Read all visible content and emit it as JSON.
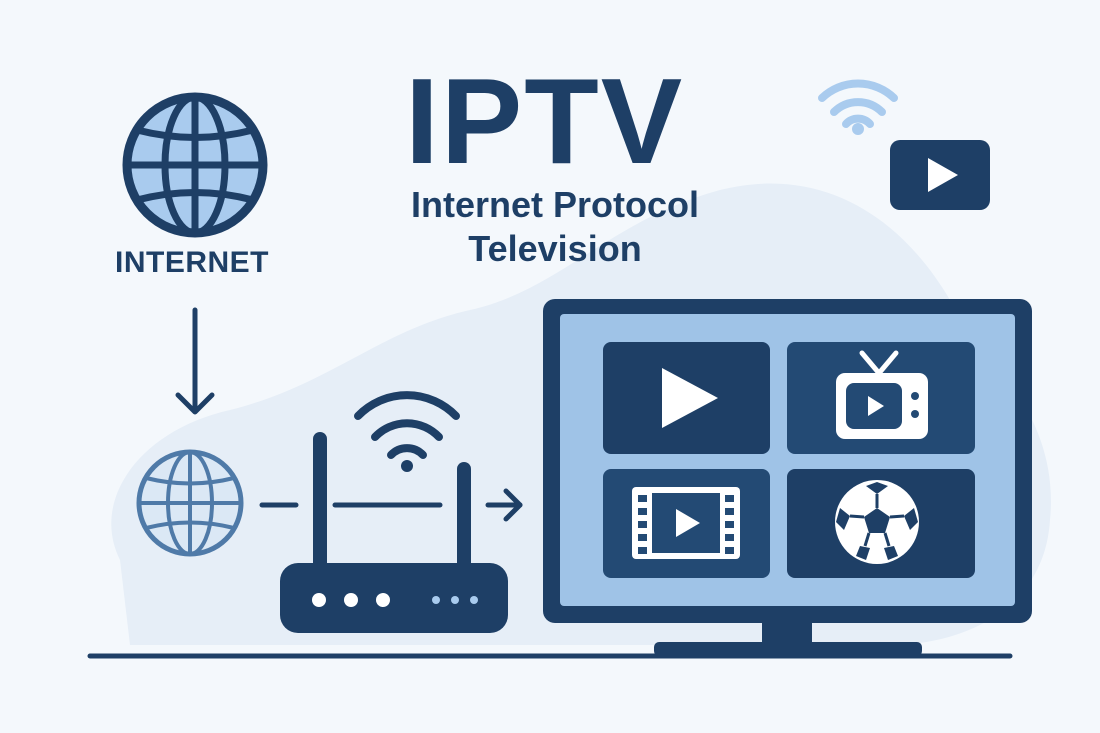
{
  "header": {
    "title": "IPTV",
    "subtitle": "Internet Protocol Television"
  },
  "internet": {
    "label": "INTERNET"
  },
  "tiles": [
    {
      "icon": "play-icon"
    },
    {
      "icon": "retro-tv-icon"
    },
    {
      "icon": "film-strip-icon"
    },
    {
      "icon": "soccer-ball-icon"
    }
  ],
  "colors": {
    "navy": "#1e3f66",
    "tile_dark": "#234a74",
    "screen_light": "#9fc3e7",
    "globe_fill": "#a9cbee",
    "globe_outline": "#4f7aa8",
    "wifi_light": "#a9cbee",
    "background": "#f4f8fc",
    "blob": "#e6eef7"
  }
}
